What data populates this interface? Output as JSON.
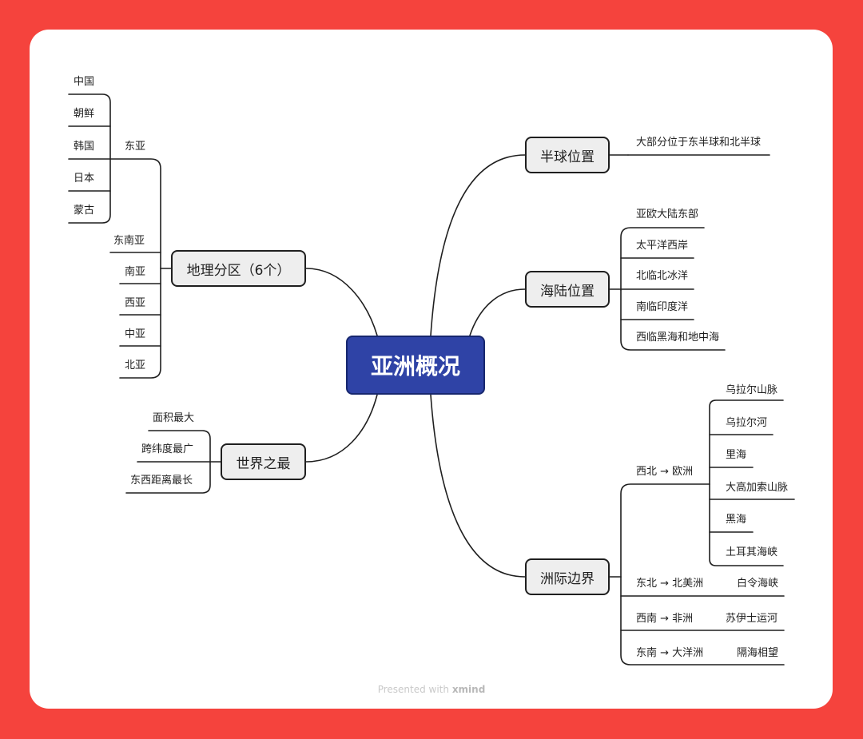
{
  "root": "亚洲概况",
  "left": {
    "regions": {
      "title": "地理分区（6个）",
      "east_asia": {
        "label": "东亚",
        "countries": [
          "中国",
          "朝鲜",
          "韩国",
          "日本",
          "蒙古"
        ]
      },
      "others": [
        "东南亚",
        "南亚",
        "西亚",
        "中亚",
        "北亚"
      ]
    },
    "superlatives": {
      "title": "世界之最",
      "items": [
        "面积最大",
        "跨纬度最广",
        "东西距离最长"
      ]
    }
  },
  "right": {
    "hemisphere": {
      "title": "半球位置",
      "items": [
        "大部分位于东半球和北半球"
      ]
    },
    "land_sea": {
      "title": "海陆位置",
      "items": [
        "亚欧大陆东部",
        "太平洋西岸",
        "北临北冰洋",
        "南临印度洋",
        "西临黑海和地中海"
      ]
    },
    "boundaries": {
      "title": "洲际边界",
      "northwest": {
        "label": "西北 → 欧洲",
        "items": [
          "乌拉尔山脉",
          "乌拉尔河",
          "里海",
          "大高加索山脉",
          "黑海",
          "土耳其海峡"
        ]
      },
      "northeast": {
        "label": "东北 → 北美洲",
        "item": "白令海峡"
      },
      "southwest": {
        "label": "西南 → 非洲",
        "item": "苏伊士运河"
      },
      "southeast": {
        "label": "东南 → 大洋洲",
        "item": "隔海相望"
      }
    }
  },
  "footer": {
    "prefix": "Presented with",
    "brand": "xmind"
  }
}
